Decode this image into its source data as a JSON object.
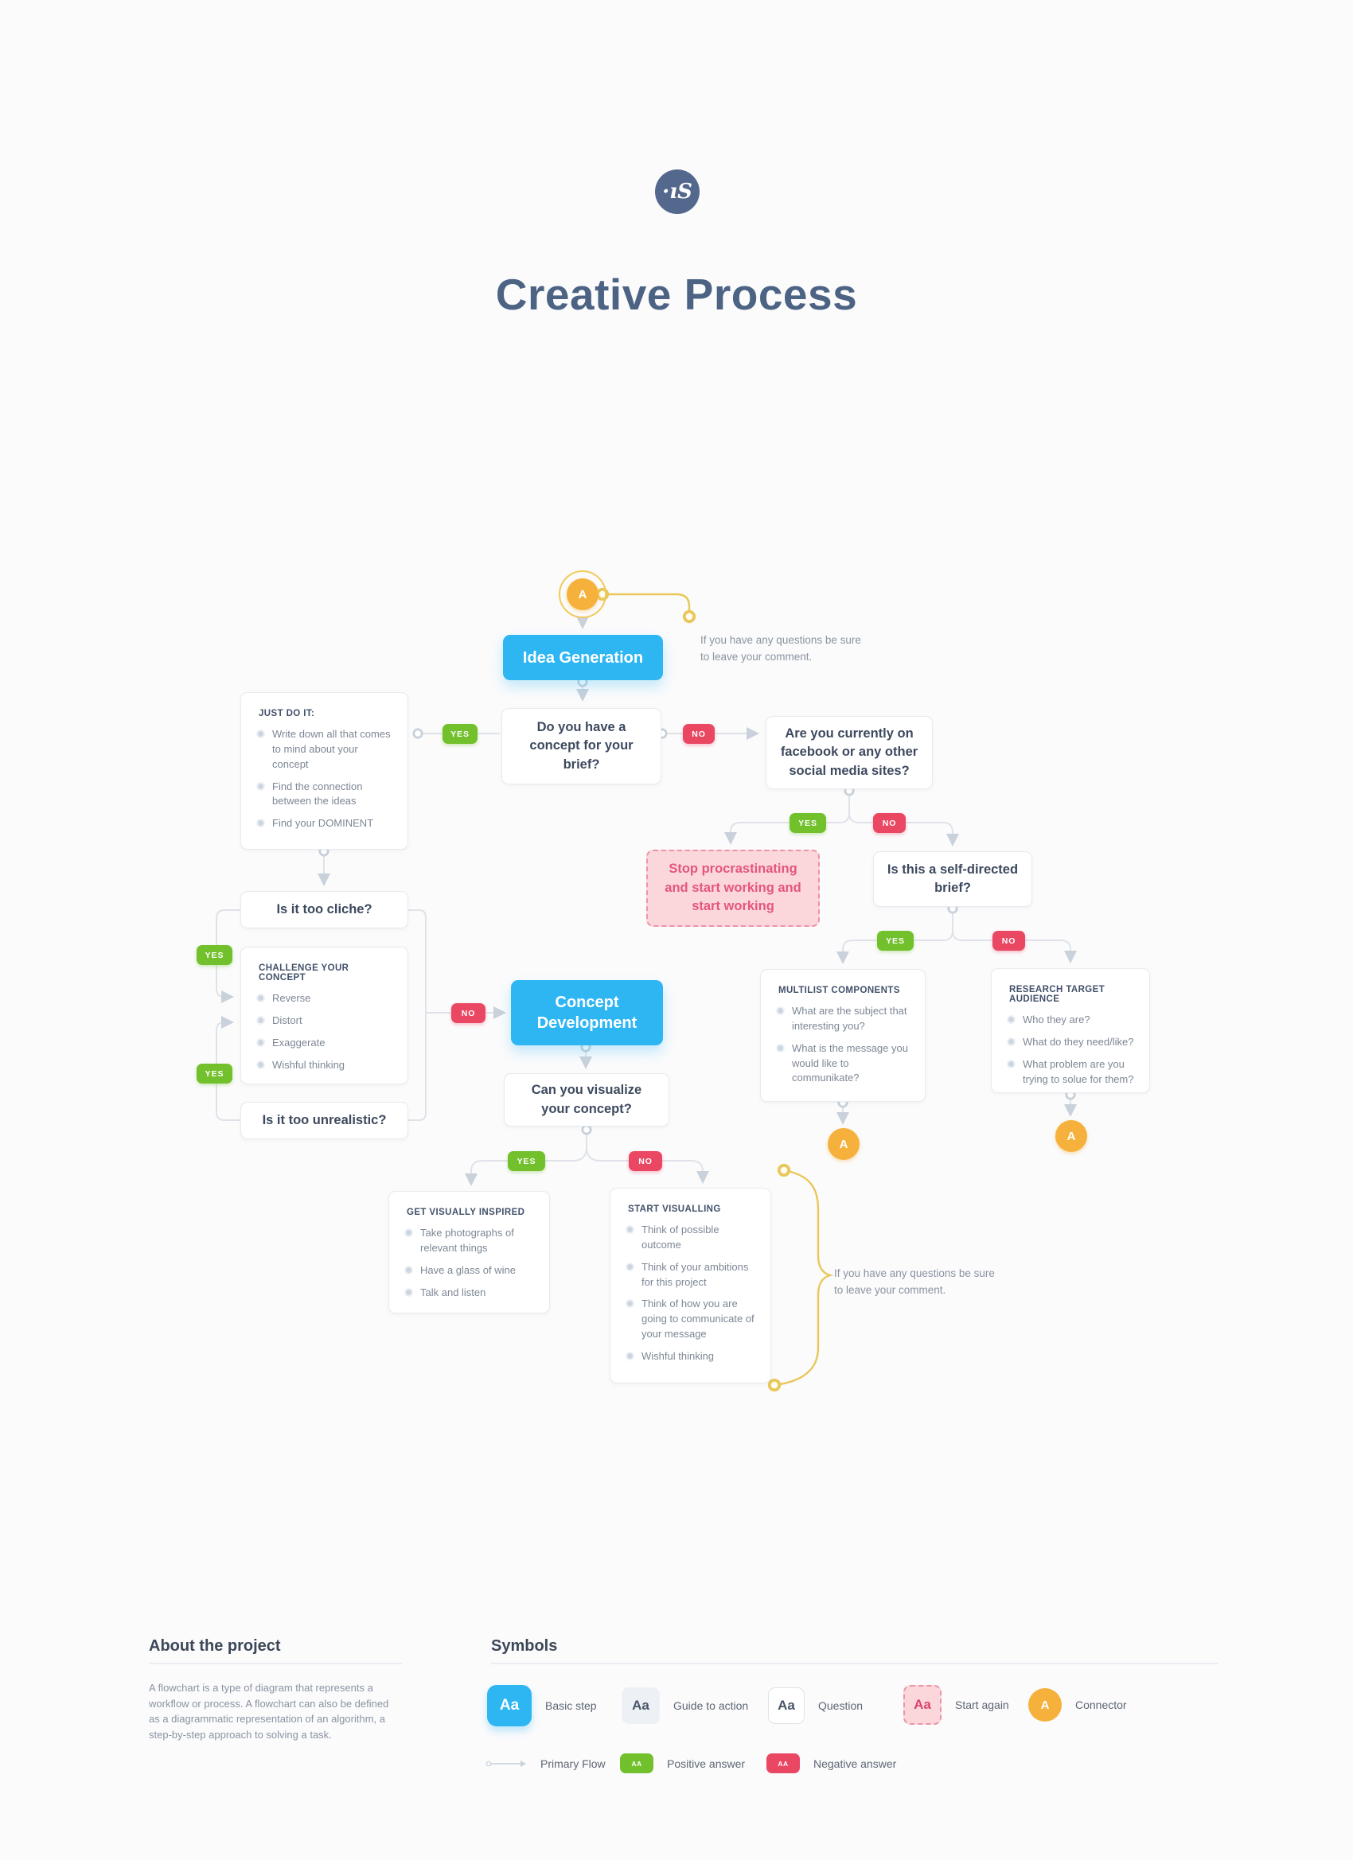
{
  "page": {
    "title": "Creative Process",
    "logo_glyph": "·ıS"
  },
  "badges": {
    "yes": "YES",
    "no": "NO"
  },
  "connector": {
    "label": "A"
  },
  "notes": {
    "top": {
      "line1": "If you have any questions be sure",
      "line2": "to leave your comment."
    },
    "bottom": {
      "line1": "If you have any questions be sure",
      "line2": "to leave your comment."
    }
  },
  "nodes": {
    "idea_generation": {
      "label": "Idea Generation"
    },
    "q_brief": {
      "label": "Do you have a concept for your brief?"
    },
    "q_social": {
      "label": "Are you currently on facebook or any other social media sites?"
    },
    "just_do_it": {
      "title": "JUST DO IT:",
      "items": [
        "Write down all that comes to mind about your concept",
        "Find the connection between the ideas",
        "Find your DOMINENT"
      ]
    },
    "stop_procrastinating": {
      "label": "Stop procrastinating and start working and start working"
    },
    "q_self_directed": {
      "label": "Is this a self-directed brief?"
    },
    "q_cliche": {
      "label": "Is it too cliche?"
    },
    "challenge_concept": {
      "title": "CHALLENGE YOUR CONCEPT",
      "items": [
        "Reverse",
        "Distort",
        "Exaggerate",
        "Wishful thinking"
      ]
    },
    "q_unrealistic": {
      "label": "Is it too unrealistic?"
    },
    "concept_development": {
      "label": "Concept Development"
    },
    "q_visualize": {
      "label": "Can you visualize your concept?"
    },
    "multilist_components": {
      "title": "MULTILIST COMPONENTS",
      "items": [
        "What are the subject that interesting you?",
        "What is the message you would like to communikate?"
      ]
    },
    "research_target": {
      "title": "RESEARCH TARGET AUDIENCE",
      "items": [
        "Who they are?",
        "What do they need/like?",
        "What problem are you trying to solue for them?"
      ]
    },
    "get_inspired": {
      "title": "GET VISUALLY INSPIRED",
      "items": [
        "Take photographs of relevant things",
        "Have a glass of wine",
        "Talk and listen"
      ]
    },
    "start_visualling": {
      "title": "START VISUALLING",
      "items": [
        "Think of possible outcome",
        "Think of your ambitions for this project",
        "Think of how you are going to communicate of your message",
        "Wishful thinking"
      ]
    }
  },
  "about": {
    "heading": "About the project",
    "body": "A flowchart is a type of diagram that represents a workflow or process. A flowchart can also be defined as a diagrammatic representation of an algorithm, a step-by-step approach to solving a task."
  },
  "symbols": {
    "heading": "Symbols",
    "sample_aa": "Aa",
    "sample_caps": "AA",
    "sample_a": "A",
    "basic_step": "Basic step",
    "guide_to_action": "Guide to action",
    "question": "Question",
    "start_again": "Start again",
    "connector": "Connector",
    "primary_flow": "Primary Flow",
    "positive_answer": "Positive answer",
    "negative_answer": "Negative answer"
  },
  "colors": {
    "accent_blue": "#2eb6f3",
    "positive_green": "#72c02c",
    "negative_red": "#ea4763",
    "connector_orange": "#f5b13c",
    "annotation_yellow": "#e9c75a",
    "start_again_pink": "#fbd7dc",
    "title_slate": "#4c6384"
  }
}
